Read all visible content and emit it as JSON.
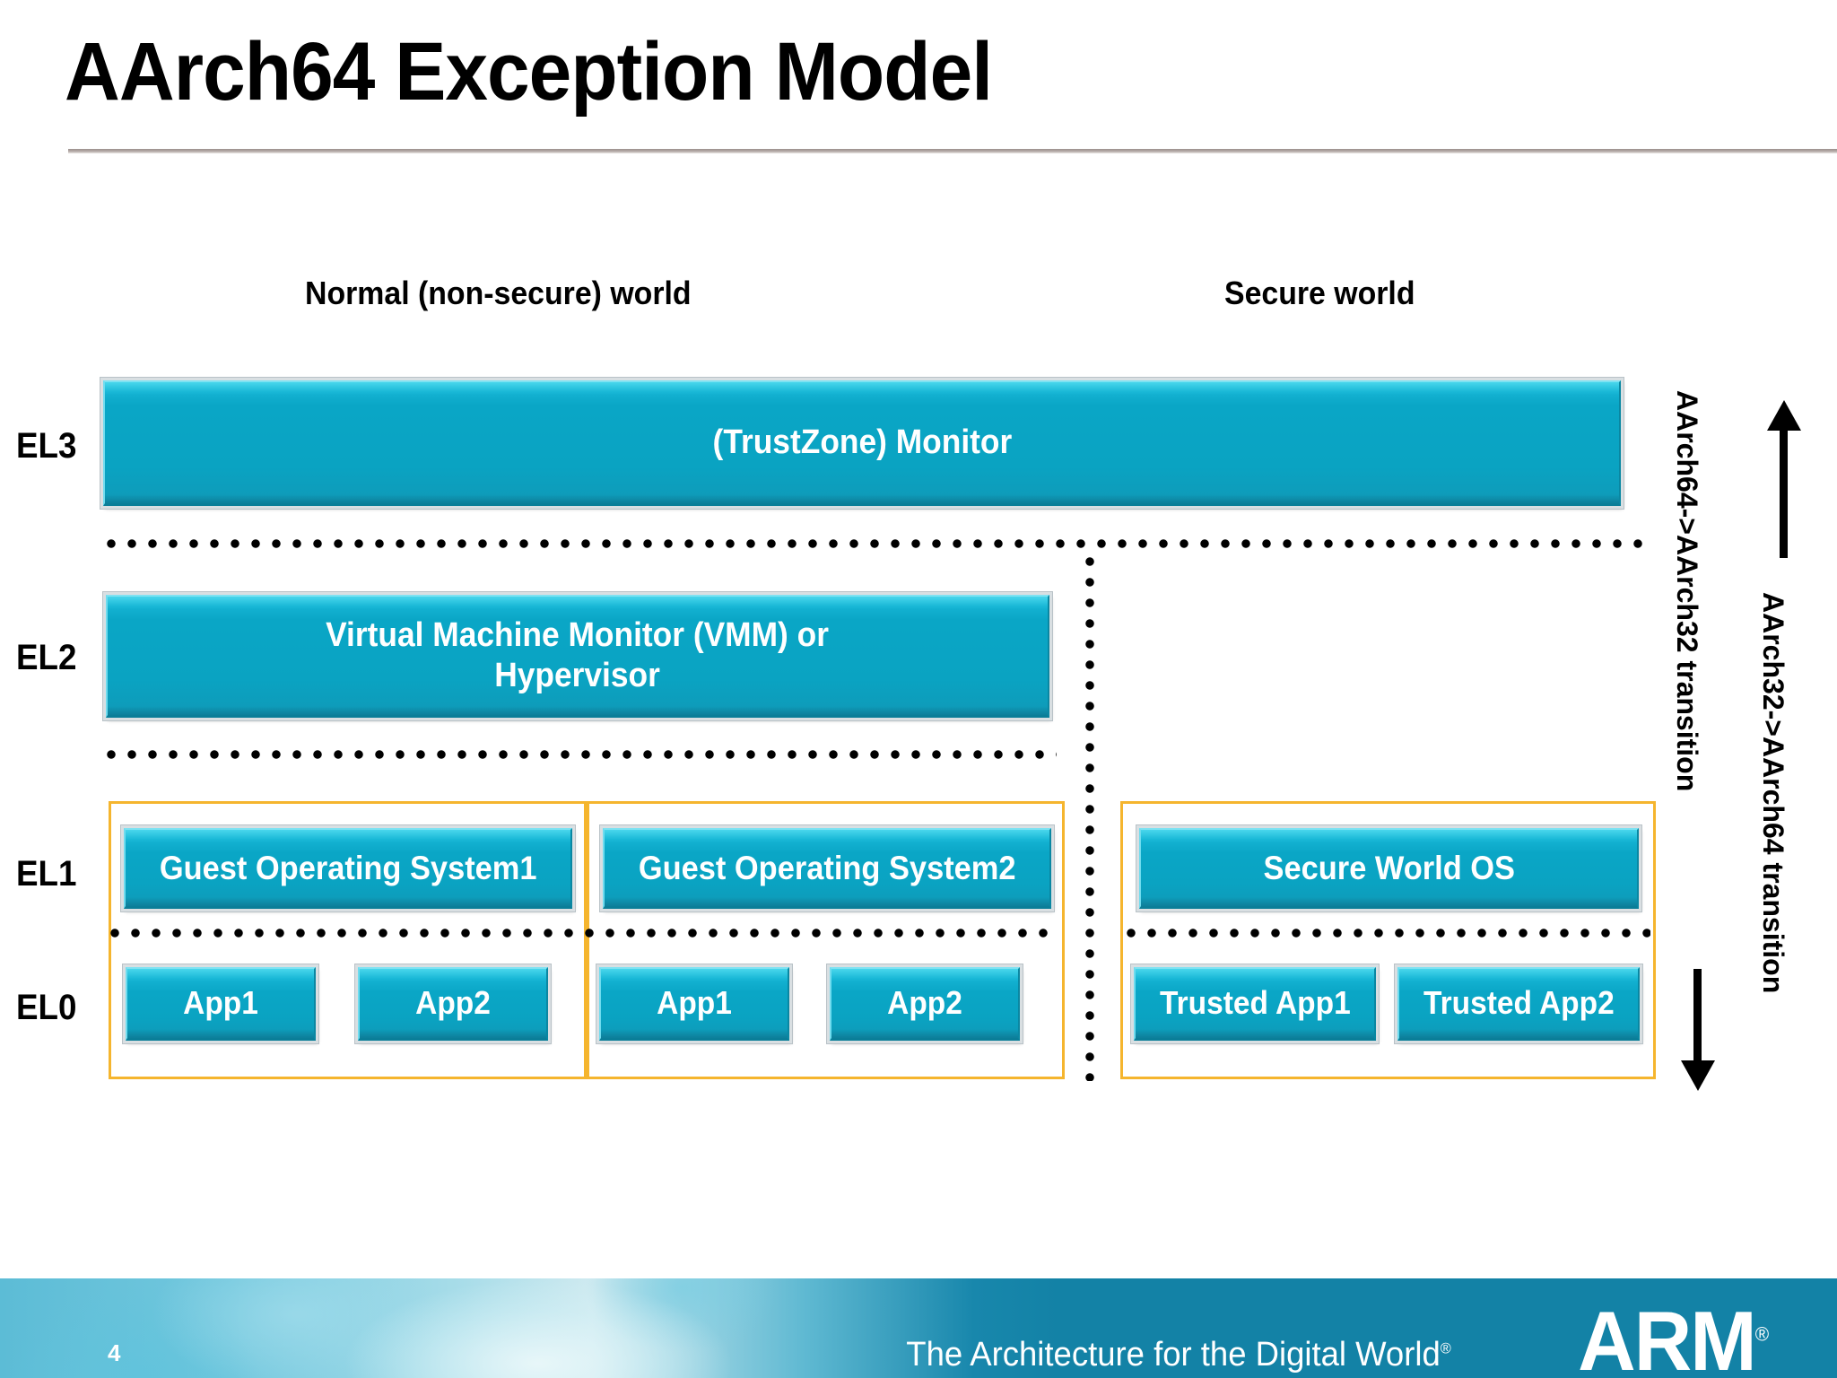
{
  "slide": {
    "title": "AArch64 Exception Model",
    "number": "4"
  },
  "worlds": {
    "normal": "Normal (non-secure) world",
    "secure": "Secure world"
  },
  "exception_levels": {
    "el3": "EL3",
    "el2": "EL2",
    "el1": "EL1",
    "el0": "EL0"
  },
  "boxes": {
    "monitor": "(TrustZone) Monitor",
    "vmm": "Virtual Machine Monitor (VMM) or\nHypervisor",
    "vmm_line1": "Virtual Machine Monitor (VMM) or",
    "vmm_line2": "Hypervisor",
    "guest_os_1": "Guest Operating System1",
    "guest_os_2": "Guest Operating System2",
    "secure_os": "Secure World OS",
    "app1_a": "App1",
    "app2_a": "App2",
    "app1_b": "App1",
    "app2_b": "App2",
    "trusted_app_1": "Trusted App1",
    "trusted_app_2": "Trusted App2"
  },
  "transitions": {
    "aarch64_to_aarch32": "AArch64->AArch32 transition",
    "aarch32_to_aarch64": "AArch32->AArch64 transition"
  },
  "footer": {
    "tagline": "The Architecture for the Digital World",
    "tagline_mark": "®",
    "logo": "ARM",
    "logo_mark": "®"
  },
  "colors": {
    "box_fill": "#0aa3c2",
    "box_highlight": "#3fd0e8",
    "container_border": "#f5b52e",
    "footer_band": "#1382a6",
    "title_rule": "#9a8f8c",
    "text_on_box": "#ffffff"
  }
}
